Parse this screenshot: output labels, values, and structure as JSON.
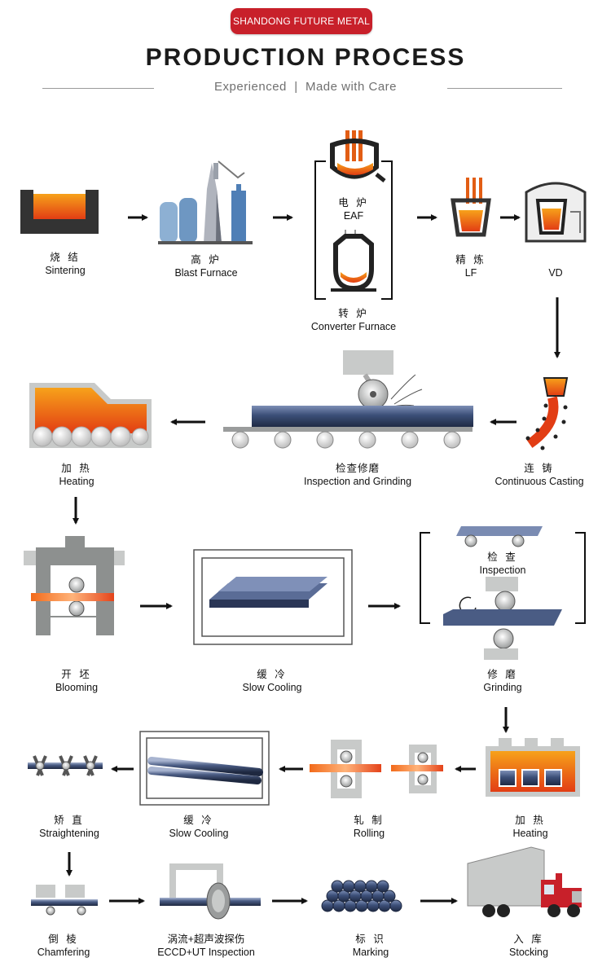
{
  "header": {
    "badge": "SHANDONG FUTURE METAL",
    "title": "PRODUCTION PROCESS",
    "subtitle": "Experienced  |  Made with Care"
  },
  "steps": [
    {
      "zh": "烧 结",
      "en": "Sintering"
    },
    {
      "zh": "高 炉",
      "en": "Blast Furnace"
    },
    {
      "zh": "电 炉",
      "en": "EAF"
    },
    {
      "zh": "转 炉",
      "en": "Converter Furnace"
    },
    {
      "zh": "精 炼",
      "en": "LF"
    },
    {
      "zh": "",
      "en": "VD"
    },
    {
      "zh": "连 铸",
      "en": "Continuous Casting"
    },
    {
      "zh": "检查修磨",
      "en": "Inspection and Grinding"
    },
    {
      "zh": "加 热",
      "en": "Heating"
    },
    {
      "zh": "开 坯",
      "en": "Blooming"
    },
    {
      "zh": "缓 冷",
      "en": "Slow Cooling"
    },
    {
      "zh": "修 磨",
      "en": "Grinding"
    },
    {
      "zh": "检 查",
      "en": "Inspection"
    },
    {
      "zh": "加 热",
      "en": "Heating"
    },
    {
      "zh": "轧 制",
      "en": "Rolling"
    },
    {
      "zh": "缓 冷",
      "en": "Slow Cooling"
    },
    {
      "zh": "矫 直",
      "en": "Straightening"
    },
    {
      "zh": "倒 棱",
      "en": "Chamfering"
    },
    {
      "zh": "涡流+超声波探伤",
      "en": "ECCD+UT Inspection"
    },
    {
      "zh": "标 识",
      "en": "Marking"
    },
    {
      "zh": "入 库",
      "en": "Stocking"
    }
  ],
  "colors": {
    "brand_red": "#c8202a",
    "molten": "#f06a10",
    "steel_blue": "#3c4f78",
    "gray": "#c8cac9",
    "dark": "#222222"
  }
}
